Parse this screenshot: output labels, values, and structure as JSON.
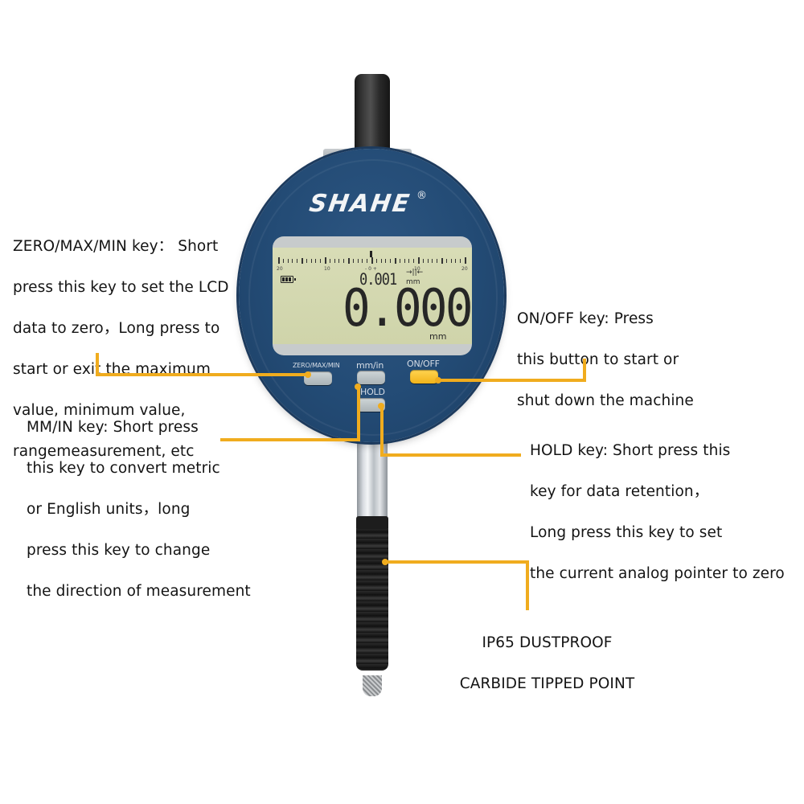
{
  "product": {
    "brand": "SHAHE",
    "brand_mark": "®",
    "colors": {
      "dial_blue": "#234b75",
      "lcd_green": "#d3d8ae",
      "leader_line": "#f0ac1e",
      "onoff_key": "#f7c02c",
      "text": "#141414"
    }
  },
  "lcd": {
    "scale_labels": [
      "20",
      "10",
      "- 0 +",
      "10",
      "20"
    ],
    "battery_icon": "battery-full-icon",
    "resolution": "0.001",
    "resolution_symbol": "→||←",
    "resolution_unit": "mm",
    "reading": "0.000",
    "reading_unit": "mm"
  },
  "keys": {
    "zero_max_min": "ZERO/MAX/MIN",
    "mm_in": "mm/in",
    "on_off": "ON/OFF",
    "hold": "HOLD"
  },
  "callouts": {
    "zero_max_min": [
      "ZERO/MAX/MIN key：  Short",
      "press this key to set the LCD",
      "data to zero，Long press to",
      "start or exit the maximum",
      "value, minimum value,",
      "rangemeasurement, etc"
    ],
    "on_off": [
      "ON/OFF key: Press",
      "this button to start or",
      "shut down the machine"
    ],
    "mm_in": [
      "MM/IN key: Short press",
      "this key to convert metric",
      "or English units，long",
      "press this key to change",
      "the direction of measurement"
    ],
    "hold": [
      "HOLD key: Short press this",
      "key for data retention，",
      "Long press this key to set",
      "the current analog pointer to zero"
    ],
    "tip": [
      "IP65 DUSTPROOF",
      "CARBIDE TIPPED POINT"
    ]
  }
}
